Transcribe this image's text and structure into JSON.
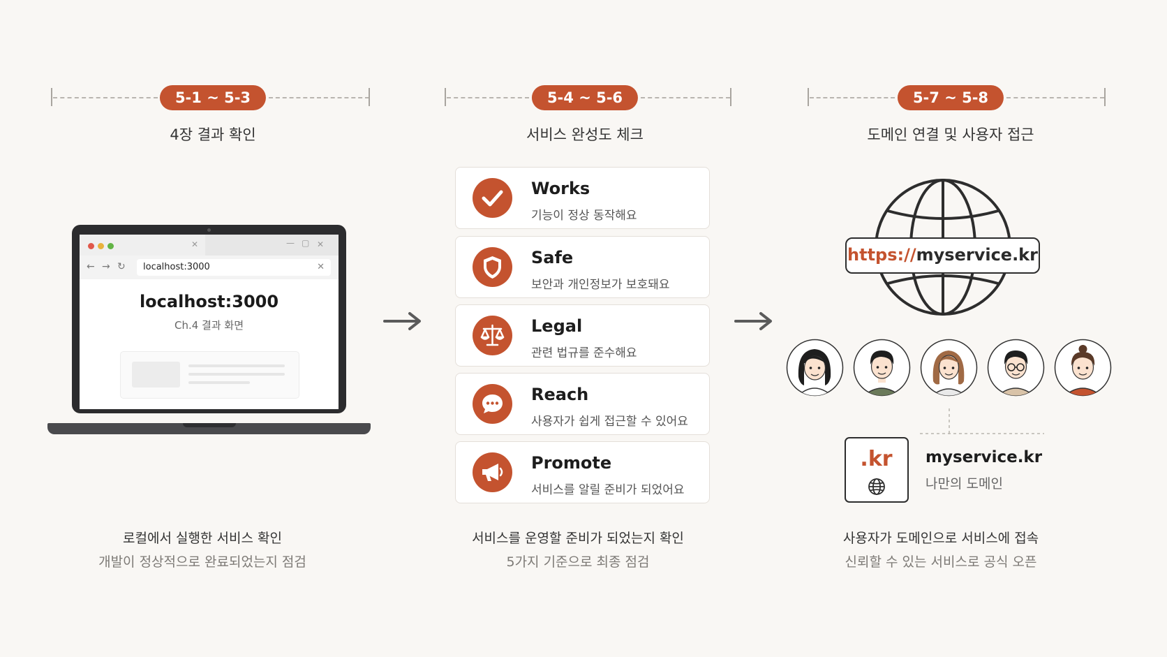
{
  "columns": [
    {
      "range": "5-1 ~ 5-3",
      "title": "4장 결과 확인",
      "caption": "로컬에서 실행한 서비스 확인",
      "sub": "개발이 정상적으로 완료되었는지 점검"
    },
    {
      "range": "5-4 ~ 5-6",
      "title": "서비스 완성도 체크",
      "caption": "서비스를 운영할 준비가 되었는지 확인",
      "sub": "5가지 기준으로 최종 점검"
    },
    {
      "range": "5-7 ~ 5-8",
      "title": "도메인 연결 및 사용자 접근",
      "caption": "사용자가 도메인으로 서비스에 접속",
      "sub": "신뢰할 수 있는 서비스로 공식 오픈"
    }
  ],
  "laptop": {
    "address": "localhost:3000",
    "heading": "localhost:3000",
    "subheading": "Ch.4 결과 화면"
  },
  "checklist": [
    {
      "title": "Works",
      "desc": "기능이 정상 동작해요",
      "icon": "check-icon"
    },
    {
      "title": "Safe",
      "desc": "보안과 개인정보가 보호돼요",
      "icon": "shield-icon"
    },
    {
      "title": "Legal",
      "desc": "관련 법규를 준수해요",
      "icon": "scale-icon"
    },
    {
      "title": "Reach",
      "desc": "사용자가 쉽게 접근할 수 있어요",
      "icon": "chat-bubble-icon"
    },
    {
      "title": "Promote",
      "desc": "서비스를 알릴 준비가 되었어요",
      "icon": "megaphone-icon"
    }
  ],
  "domain": {
    "url_protocol": "https://",
    "url_host": "myservice.kr",
    "tld": ".kr",
    "name": "myservice.kr",
    "label": "나만의 도메인"
  },
  "colors": {
    "accent": "#c4532f",
    "background": "#f9f7f4",
    "ink": "#2d2d2d"
  }
}
